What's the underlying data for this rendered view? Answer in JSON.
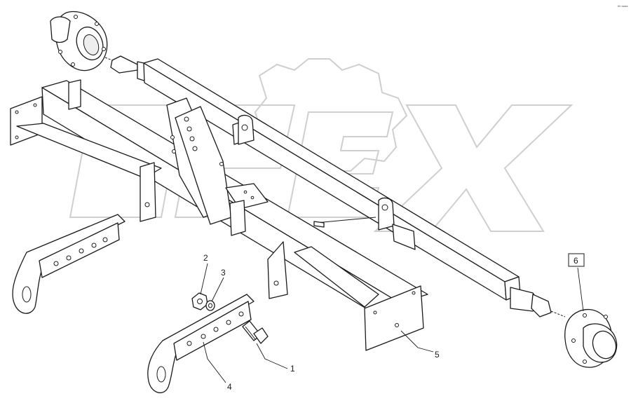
{
  "diagram": {
    "corner_code": "bb   aaaa",
    "callouts": [
      {
        "id": "1",
        "label": "1",
        "boxed": false
      },
      {
        "id": "2",
        "label": "2",
        "boxed": false
      },
      {
        "id": "3",
        "label": "3",
        "boxed": false
      },
      {
        "id": "4",
        "label": "4",
        "boxed": false
      },
      {
        "id": "5",
        "label": "5",
        "boxed": false
      },
      {
        "id": "6",
        "label": "6",
        "boxed": true
      }
    ],
    "colors": {
      "line": "#1a1a1a",
      "watermark": "#cfcfcf",
      "background": "#ffffff"
    }
  }
}
